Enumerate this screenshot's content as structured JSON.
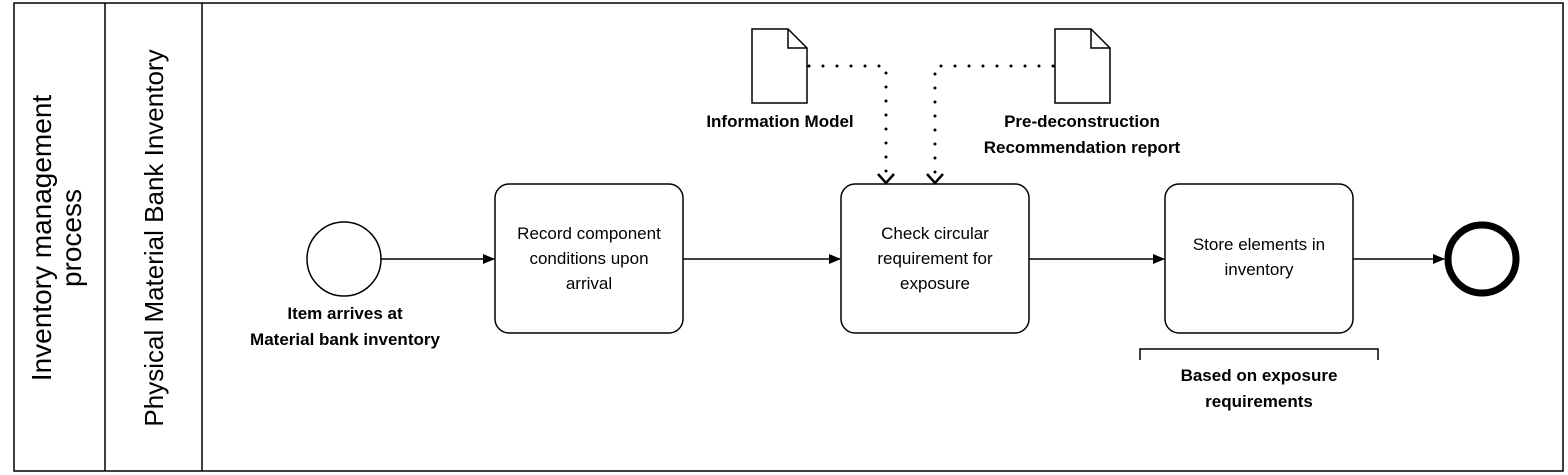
{
  "pool": {
    "title_line1": "Inventory management",
    "title_line2": "process"
  },
  "lane": {
    "title": "Physical Material Bank Inventory"
  },
  "start_event": {
    "label_line1": "Item arrives at",
    "label_line2": "Material bank inventory"
  },
  "tasks": [
    {
      "line1": "Record component",
      "line2": "conditions upon",
      "line3": "arrival"
    },
    {
      "line1": "Check circular",
      "line2": "requirement for",
      "line3": "exposure"
    },
    {
      "line1": "Store elements in",
      "line2": "inventory"
    }
  ],
  "documents": [
    {
      "label_line1": "Information Model"
    },
    {
      "label_line1": "Pre-deconstruction",
      "label_line2": "Recommendation report"
    }
  ],
  "annotation": {
    "line1": "Based on exposure",
    "line2": "requirements"
  },
  "colors": {
    "stroke": "#000000",
    "background": "#ffffff"
  }
}
